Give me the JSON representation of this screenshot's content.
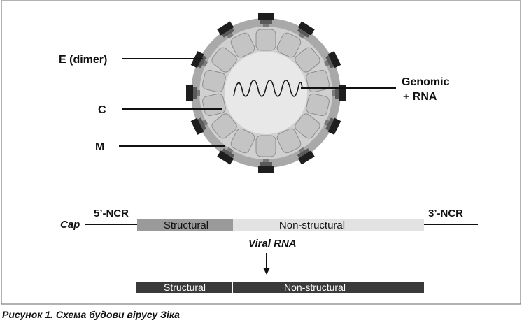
{
  "labels": {
    "envelope": "E (dimer)",
    "capsid": "C",
    "membrane": "M",
    "genome_line1": "Genomic",
    "genome_line2": "+ RNA"
  },
  "rna_map": {
    "cap": "Cap",
    "ncr5": "5’-NCR",
    "ncr3": "3’-NCR",
    "structural": "Structural",
    "non_structural": "Non-structural",
    "caption": "Viral RNA"
  },
  "polyprotein": {
    "structural": "Structural",
    "non_structural": "Non-structural"
  },
  "figure_caption": "Рисунок 1. Схема будови вірусу Зіка",
  "colors": {
    "outer_ring": "#a9a9a9",
    "capsid_fill": "#c4c4c4",
    "capsid_edge": "#8e8e8e",
    "core": "#e8e8e8",
    "e_protein": "#1e1e1e",
    "m_protein": "#7a7a7a",
    "structural_bar": "#9a9a9a",
    "nonstructural_bar": "#e2e2e2",
    "polyprotein_bar": "#3a3a3a"
  }
}
